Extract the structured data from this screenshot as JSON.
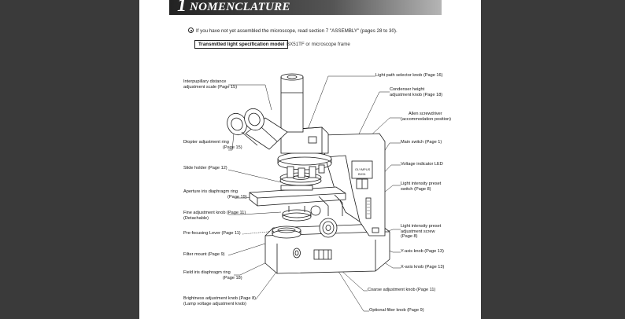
{
  "header": {
    "chapter_number": "1",
    "title": "NOMENCLATURE"
  },
  "note": "If you have not yet assembled the microscope, read section 7 \"ASSEMBLY\" (pages 28 to 30).",
  "model_label": "Transmitted light specification model",
  "model_frame": "BX51TF or microscope frame",
  "left_labels": [
    {
      "lines": [
        "Interpupillary distance",
        "adjustment scale (Page 15)"
      ]
    },
    {
      "lines": [
        "Diopter adjustment ring",
        "(Page 15)"
      ]
    },
    {
      "lines": [
        "Slide holder (Page 12)"
      ]
    },
    {
      "lines": [
        "Aperture iris diaphragm ring",
        "(Page 19)"
      ]
    },
    {
      "lines": [
        "Fine adjustment knob (Page 11)",
        "(Detachable)"
      ]
    },
    {
      "lines": [
        "Pre-focusing Lever (Page 11)"
      ]
    },
    {
      "lines": [
        "Filter mount (Page 9)"
      ]
    },
    {
      "lines": [
        "Field iris diaphragm ring",
        "(Page 18)"
      ]
    },
    {
      "lines": [
        "Brightness adjustment knob (Page 8)",
        "(Lamp voltage adjustment knob)"
      ]
    }
  ],
  "right_labels": [
    {
      "lines": [
        "Light path selector knob (Page 16)"
      ]
    },
    {
      "lines": [
        "Condenser height",
        "adjustment knob (Page 18)"
      ]
    },
    {
      "lines": [
        "Allen screwdriver",
        "(accommodation position)"
      ]
    },
    {
      "lines": [
        "Main switch (Page 1)"
      ]
    },
    {
      "lines": [
        "Voltage indicator LED"
      ]
    },
    {
      "lines": [
        "Light intensity preset",
        "switch (Page 8)"
      ]
    },
    {
      "lines": [
        "Light intensity preset",
        "adjustment screw",
        "(Page 8)"
      ]
    },
    {
      "lines": [
        "Y-axis knob (Page 13)"
      ]
    },
    {
      "lines": [
        "X-axis knob (Page 13)"
      ]
    },
    {
      "lines": [
        "Coarse adjustment knob (Page 11)"
      ]
    },
    {
      "lines": [
        "Optional filter knob (Page 9)"
      ]
    }
  ],
  "device": {
    "brand_line1": "OLYMPUS",
    "brand_line2": "BX51"
  }
}
